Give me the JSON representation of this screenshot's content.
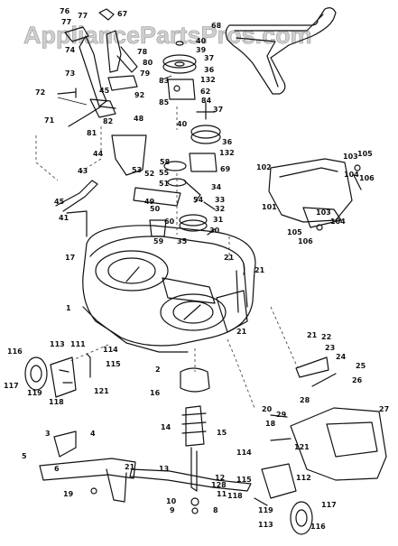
{
  "watermark": "AppliancePartsPros.com",
  "labels": {
    "l76": "76",
    "l77": "77",
    "l67": "67",
    "l68": "68",
    "l40a": "40",
    "l39": "39",
    "l74": "74",
    "l78": "78",
    "l80": "80",
    "l79": "79",
    "l92": "92",
    "l73": "73",
    "l37a": "37",
    "l36a": "36",
    "l132a": "132",
    "l83": "83",
    "l62a": "62",
    "l84": "84",
    "l85": "85",
    "l72": "72",
    "l45a": "45",
    "l82": "82",
    "l71": "71",
    "l81": "81",
    "l48": "48",
    "l40b": "40",
    "l37b": "37",
    "l36b": "36",
    "l132b": "132",
    "l58": "58",
    "l55": "55",
    "l69": "69",
    "l102": "102",
    "l103a": "103",
    "l105a": "105",
    "l104a": "104",
    "l106a": "106",
    "l101": "101",
    "l103b": "103",
    "l104b": "104",
    "l105b": "105",
    "l106b": "106",
    "l44": "44",
    "l53": "53",
    "l52": "52",
    "l51": "51",
    "l34": "34",
    "l54": "54",
    "l33": "33",
    "l49": "49",
    "l32": "32",
    "l31": "31",
    "l43": "43",
    "l50": "50",
    "l60": "60",
    "l35": "35",
    "l30": "30",
    "l59": "59",
    "l45b": "45",
    "l41": "41",
    "l17": "17",
    "l21a": "21",
    "l21b": "21",
    "l1": "1",
    "l21c": "21",
    "l116a": "116",
    "l113a": "113",
    "l111": "111",
    "l114a": "114",
    "l115a": "115",
    "l117a": "117",
    "l119a": "119",
    "l118": "118",
    "l121a": "121",
    "l2": "2",
    "l16": "16",
    "l21d": "21",
    "l22": "22",
    "l23": "23",
    "l24": "24",
    "l25": "25",
    "l26": "26",
    "l27": "27",
    "l20": "20",
    "l28": "28",
    "l29": "29",
    "l14": "14",
    "l15": "15",
    "l18": "18",
    "l114b": "114",
    "l121b": "121",
    "l3": "3",
    "l4": "4",
    "l5": "5",
    "l6": "6",
    "l21e": "21",
    "l19": "19",
    "l13": "13",
    "l12": "12",
    "l128": "128",
    "l11": "11",
    "l11b": "118",
    "l115b": "115",
    "l112": "112",
    "l10": "10",
    "l9": "9",
    "l8": "8",
    "l119b": "119",
    "l117b": "117",
    "l113b": "113",
    "l116b": "116"
  }
}
